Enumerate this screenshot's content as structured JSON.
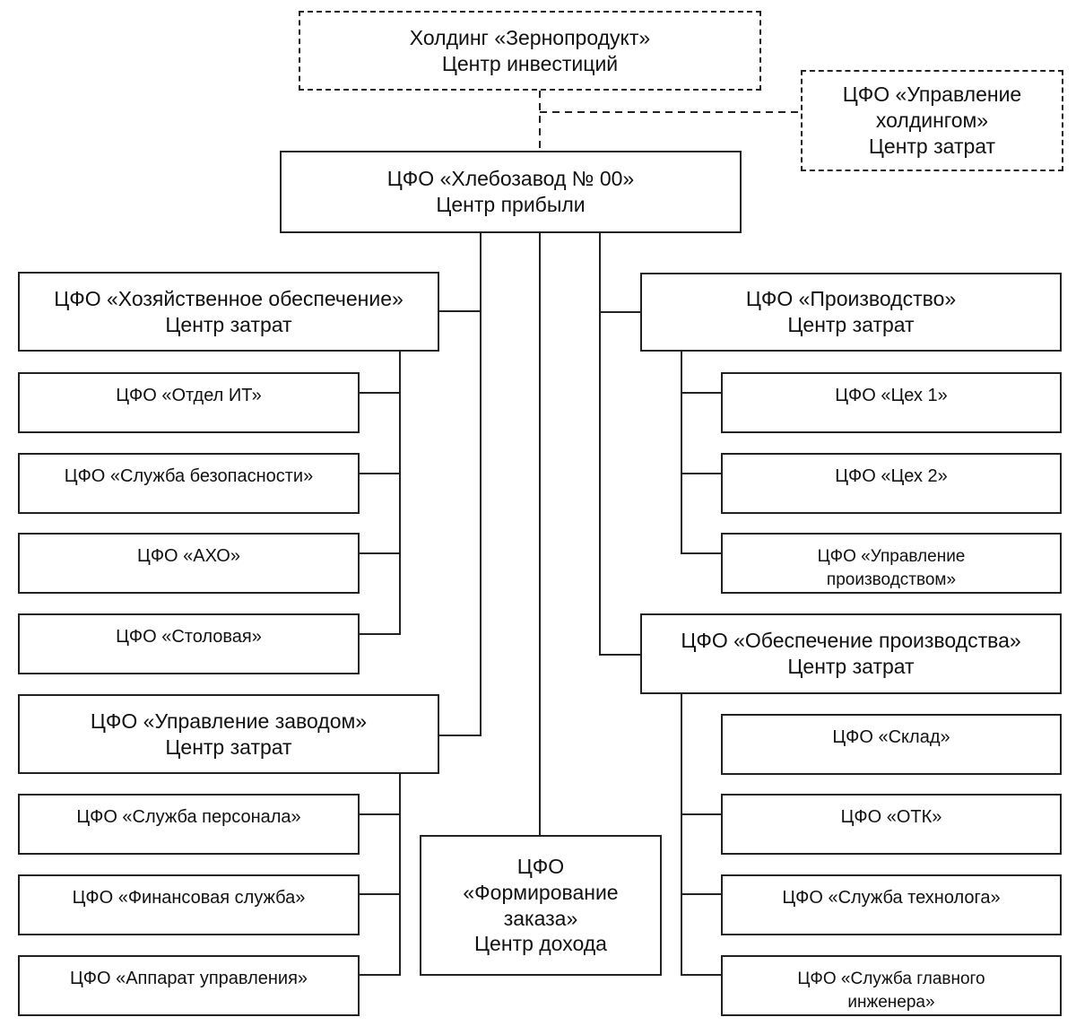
{
  "nodes": {
    "holding": {
      "lines": [
        "Холдинг «Зернопродукт»",
        "Центр инвестиций"
      ]
    },
    "holding_mgmt": {
      "lines": [
        "ЦФО «Управление",
        "холдингом»",
        "Центр затрат"
      ]
    },
    "bakery": {
      "lines": [
        "ЦФО «Хлебозавод № 00»",
        "Центр прибыли"
      ]
    },
    "household": {
      "lines": [
        "ЦФО «Хозяйственное обеспечение»",
        "Центр затрат"
      ]
    },
    "it_dept": {
      "lines": [
        "ЦФО «Отдел ИТ»"
      ]
    },
    "security": {
      "lines": [
        "ЦФО «Служба безопасности»"
      ]
    },
    "aho": {
      "lines": [
        "ЦФО «АХО»"
      ]
    },
    "canteen": {
      "lines": [
        "ЦФО «Столовая»"
      ]
    },
    "plant_mgmt": {
      "lines": [
        "ЦФО «Управление заводом»",
        "Центр затрат"
      ]
    },
    "hr": {
      "lines": [
        "ЦФО «Служба персонала»"
      ]
    },
    "finance": {
      "lines": [
        "ЦФО «Финансовая служба»"
      ]
    },
    "admin_apparatus": {
      "lines": [
        "ЦФО «Аппарат управления»"
      ]
    },
    "order_forming": {
      "lines": [
        "ЦФО",
        "«Формирование",
        "заказа»",
        "Центр дохода"
      ]
    },
    "production": {
      "lines": [
        "ЦФО «Производство»",
        "Центр затрат"
      ]
    },
    "shop1": {
      "lines": [
        "ЦФО «Цех 1»"
      ]
    },
    "shop2": {
      "lines": [
        "ЦФО «Цех 2»"
      ]
    },
    "prod_mgmt": {
      "lines": [
        "ЦФО «Управление",
        "производством»"
      ]
    },
    "prod_support": {
      "lines": [
        "ЦФО «Обеспечение производства»",
        "Центр затрат"
      ]
    },
    "warehouse": {
      "lines": [
        "ЦФО «Склад»"
      ]
    },
    "otk": {
      "lines": [
        "ЦФО «ОТК»"
      ]
    },
    "technologist": {
      "lines": [
        "ЦФО «Служба технолога»"
      ]
    },
    "chief_engineer": {
      "lines": [
        "ЦФО «Служба главного",
        "инженера»"
      ]
    }
  }
}
